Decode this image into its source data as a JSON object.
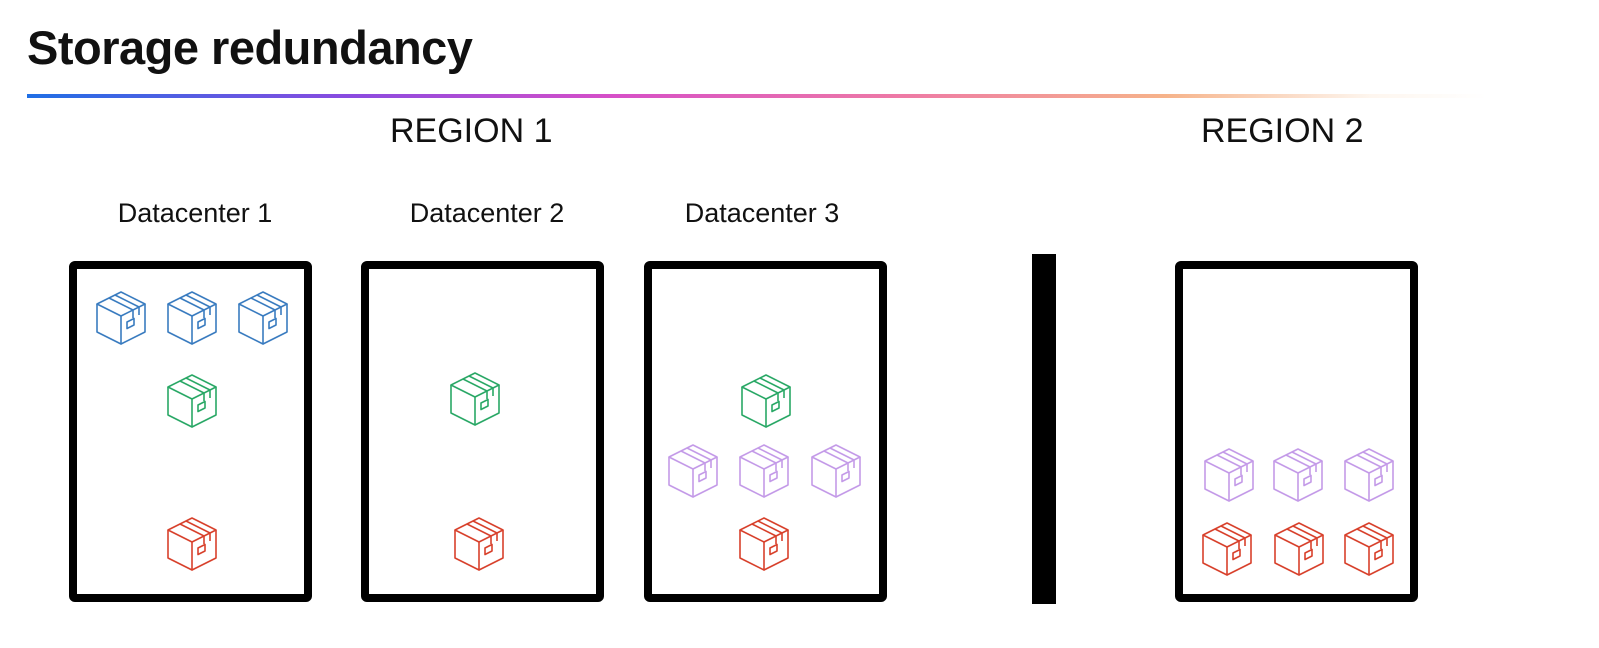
{
  "title": "Storage redundancy",
  "regions": [
    {
      "label": "REGION 1"
    },
    {
      "label": "REGION 2"
    }
  ],
  "datacenters": [
    {
      "label": "Datacenter 1"
    },
    {
      "label": "Datacenter 2"
    },
    {
      "label": "Datacenter 3"
    }
  ],
  "colors": {
    "blue": "#3a7cc0",
    "green": "#2aa866",
    "purple": "#c49be8",
    "red": "#d8412c",
    "box_border": "#000000"
  },
  "icons": {
    "storage_cube": "box-icon"
  }
}
